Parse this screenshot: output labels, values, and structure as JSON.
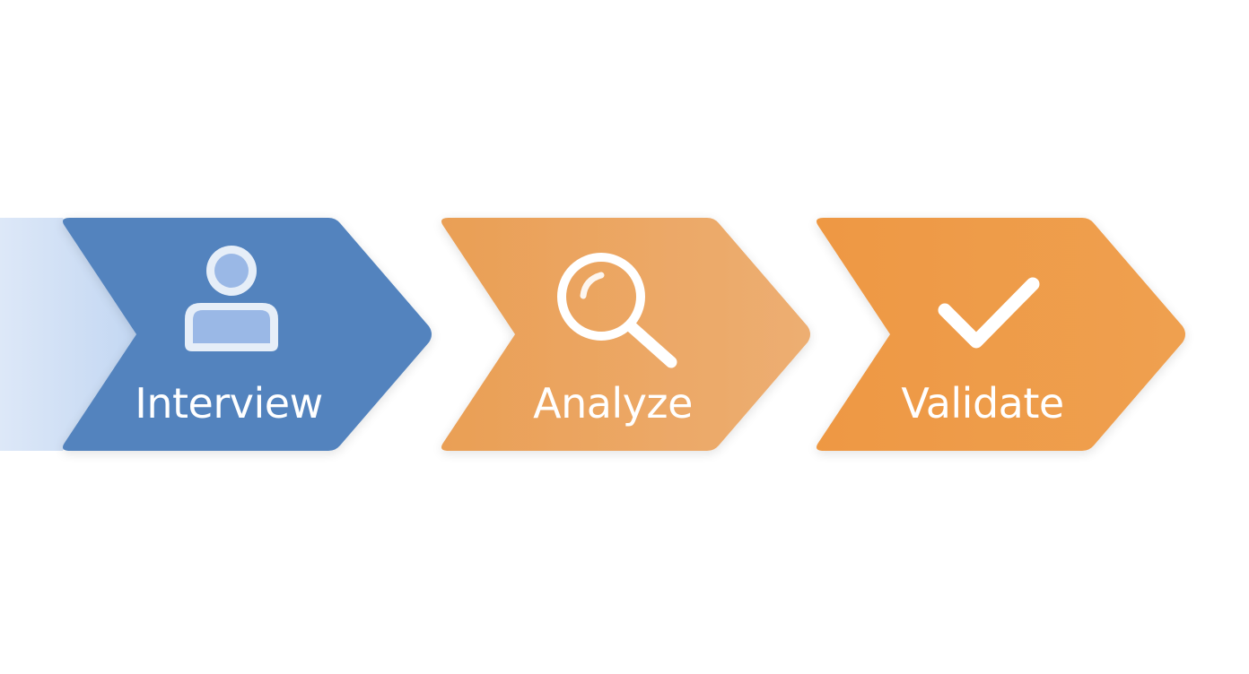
{
  "steps": [
    {
      "label": "Interview",
      "icon": "person-icon",
      "color": "#5283BE"
    },
    {
      "label": "Analyze",
      "icon": "magnifier-icon",
      "color": "#EBA662"
    },
    {
      "label": "Validate",
      "icon": "checkmark-icon",
      "color": "#EE9B48"
    }
  ],
  "colors": {
    "lead_in": "#CFDFF5",
    "icon_light": "#E6EEF8",
    "icon_fill": "#9AB8E6",
    "background": "#FFFFFF"
  }
}
